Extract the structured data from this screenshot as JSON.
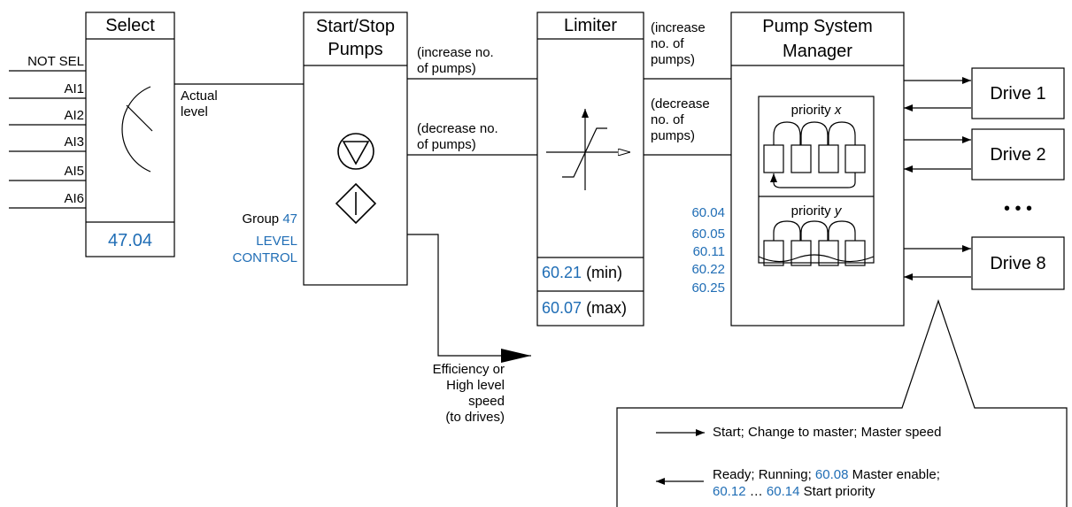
{
  "colors": {
    "param": "#1f6db5",
    "line": "#000000"
  },
  "select_block": {
    "title": "Select",
    "inputs": [
      "NOT SEL",
      "AI1",
      "AI2",
      "AI3",
      "AI5",
      "AI6"
    ],
    "param": "47.04",
    "output_label": [
      "Actual",
      "level"
    ]
  },
  "start_stop_block": {
    "title": [
      "Start/Stop",
      "Pumps"
    ],
    "group_label": "Group",
    "group_num": "47",
    "group_name": [
      "LEVEL",
      "CONTROL"
    ],
    "out_increase": [
      "(increase no.",
      "of pumps)"
    ],
    "out_decrease": [
      "(decrease no.",
      "of pumps)"
    ],
    "speed_output": [
      "Efficiency or",
      "High level",
      "speed",
      "(to drives)"
    ]
  },
  "limiter_block": {
    "title": "Limiter",
    "min_param": "60.21",
    "min_label": "(min)",
    "max_param": "60.07",
    "max_label": "(max)",
    "out_increase": [
      "(increase",
      "no. of",
      "pumps)"
    ],
    "out_decrease": [
      "(decrease",
      "no. of",
      "pumps)"
    ]
  },
  "psm_block": {
    "title": [
      "Pump System",
      "Manager"
    ],
    "priority_x_label": "priority",
    "priority_x_var": "x",
    "priority_y_label": "priority",
    "priority_y_var": "y",
    "params": [
      "60.04",
      "60.05",
      "60.11",
      "60.22",
      "60.25"
    ]
  },
  "drives": [
    "Drive 1",
    "Drive 2",
    "Drive 8"
  ],
  "drives_ellipsis": "• • •",
  "legend": {
    "start_text": "Start; Change to master; Master speed",
    "ready_text_1": "Ready; Running;",
    "ready_param_1": "60.08",
    "ready_text_2": "Master enable;",
    "ready_param_2": "60.12",
    "ready_ellipsis": "…",
    "ready_param_3": "60.14",
    "ready_text_3": "Start priority"
  }
}
